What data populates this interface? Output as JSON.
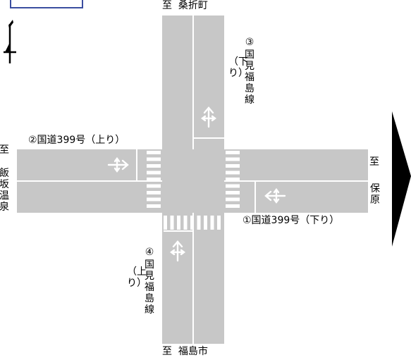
{
  "legend_box": {
    "color": "#3b4ea0"
  },
  "north_mark": {
    "icon": "north-arrow-icon"
  },
  "next_button": {
    "icon": "triangle-right-icon"
  },
  "colors": {
    "road": "#c7c7c7",
    "marking": "#ffffff",
    "arrow": "#ffffff"
  },
  "labels": {
    "north_dest_prefix": "至",
    "north_dest": "桑折町",
    "south_dest_prefix": "至",
    "south_dest": "福島市",
    "east_dest_prefix": "至",
    "east_dest": "保原",
    "west_dest_prefix": "至",
    "west_dest": "飯坂温泉",
    "approach_1": "①国道399号（下り）",
    "approach_2": "②国道399号（上り）",
    "approach_3_num": "③",
    "approach_3_name": "国見福島線",
    "approach_3_dir": "（下り）",
    "approach_4_num": "④",
    "approach_4_name": "国見福島線",
    "approach_4_dir": "（上り）"
  }
}
